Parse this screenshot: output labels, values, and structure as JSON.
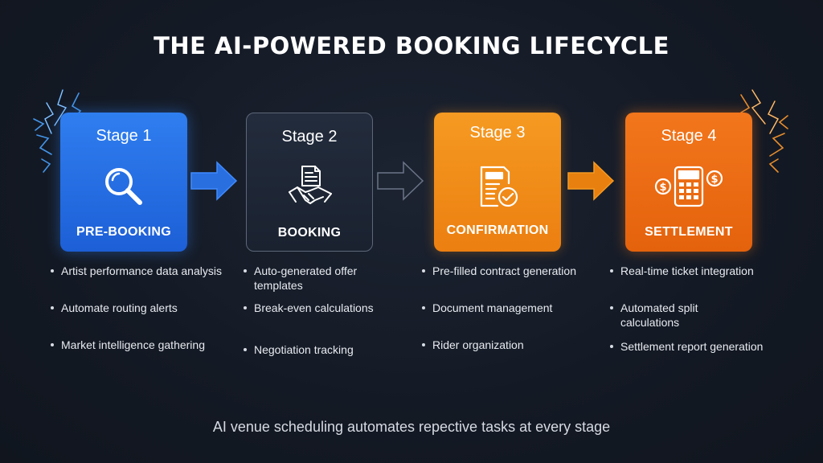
{
  "title": "THE AI-POWERED BOOKING LIFECYCLE",
  "stages": [
    {
      "stage": "Stage 1",
      "name": "PRE-BOOKING",
      "icon": "magnifying-glass-icon",
      "color": "#2f7ef0",
      "bullets": [
        "Artist performance data analysis",
        "Automate routing alerts",
        "Market intelligence gathering"
      ]
    },
    {
      "stage": "Stage 2",
      "name": "BOOKING",
      "icon": "handshake-document-icon",
      "color": "#232c3c",
      "bullets": [
        "Auto-generated offer templates",
        "Break-even calculations",
        "Negotiation tracking"
      ]
    },
    {
      "stage": "Stage 3",
      "name": "CONFIRMATION",
      "icon": "contract-check-icon",
      "color": "#f59a22",
      "bullets": [
        "Pre-filled contract generation",
        "Document management",
        "Rider organization"
      ]
    },
    {
      "stage": "Stage 4",
      "name": "SETTLEMENT",
      "icon": "calculator-dollar-icon",
      "color": "#f2761c",
      "bullets": [
        "Real-time ticket integration",
        "Automated split calculations",
        "Settlement report generation"
      ]
    }
  ],
  "footer": "AI venue scheduling automates repective tasks at every stage"
}
